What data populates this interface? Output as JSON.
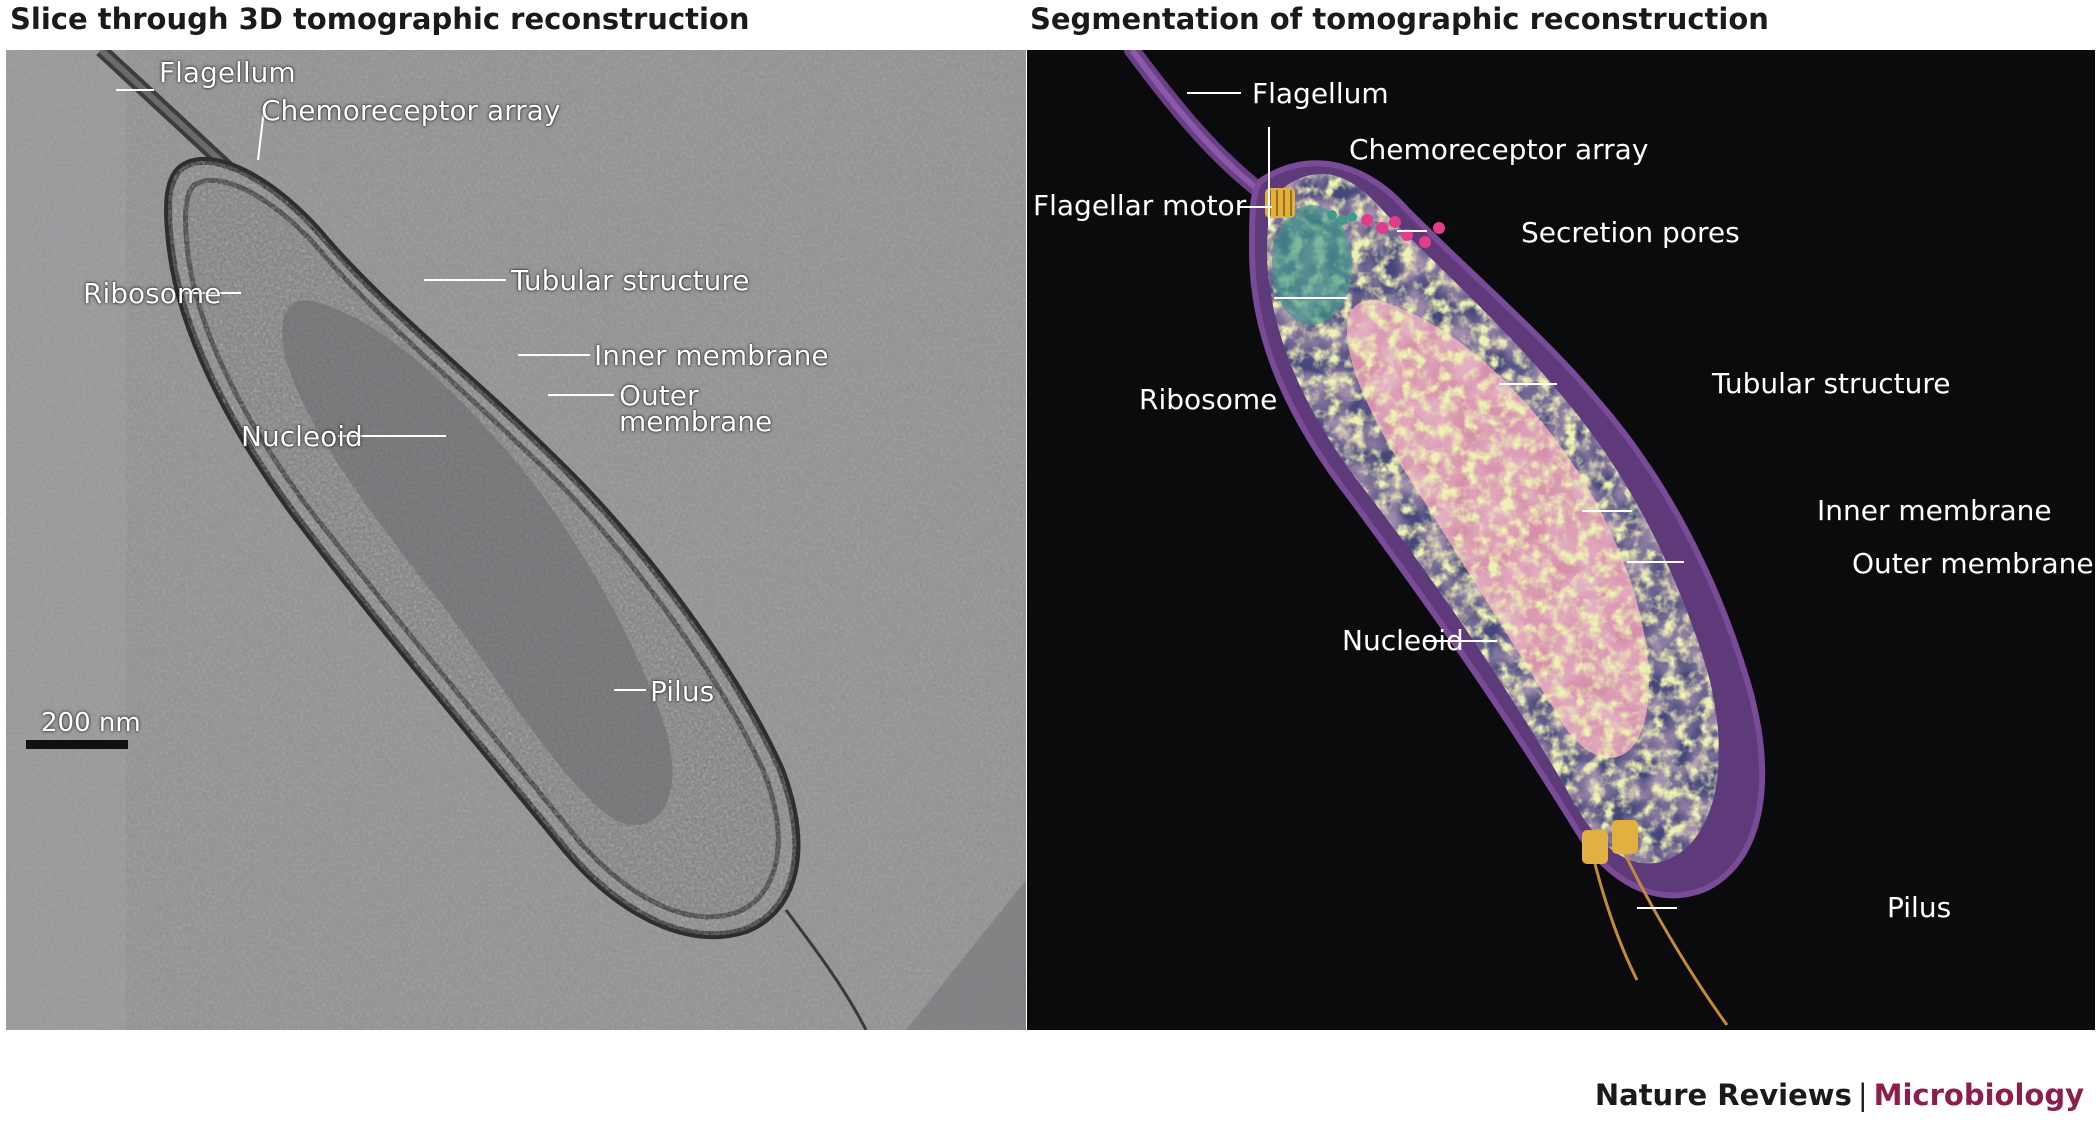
{
  "left_panel": {
    "title": "Slice through 3D tomographic reconstruction",
    "labels": {
      "flagellum": "Flagellum",
      "chemoreceptor": "Chemoreceptor array",
      "tubular": "Tubular structure",
      "ribosome": "Ribosome",
      "inner_membrane": "Inner membrane",
      "outer_membrane_1": "Outer",
      "outer_membrane_2": "membrane",
      "nucleoid": "Nucleoid",
      "pilus": "Pilus"
    },
    "scale_bar": "200 nm"
  },
  "right_panel": {
    "title": "Segmentation of tomographic reconstruction",
    "labels": {
      "flagellum": "Flagellum",
      "chemoreceptor": "Chemoreceptor array",
      "flagellar_motor": "Flagellar motor",
      "secretion_pores": "Secretion pores",
      "ribosome": "Ribosome",
      "tubular": "Tubular structure",
      "inner_membrane": "Inner membrane",
      "outer_membrane": "Outer membrane",
      "nucleoid": "Nucleoid",
      "pilus": "Pilus"
    }
  },
  "footer": {
    "journal": "Nature Reviews",
    "separator": "|",
    "subject": "Microbiology"
  },
  "colors": {
    "left_bg": "#8f9092",
    "right_bg": "#0b0b0e",
    "cell_outer": "#6a3f86",
    "cell_inner": "#4f4f7e",
    "ribosome": "#d8e27a",
    "nucleoid": "#d89cb0",
    "motor": "#e0b040",
    "chemoreceptor": "#3f9a8c",
    "secretion": "#e23d8a",
    "footer_accent": "#8c1d4d"
  }
}
